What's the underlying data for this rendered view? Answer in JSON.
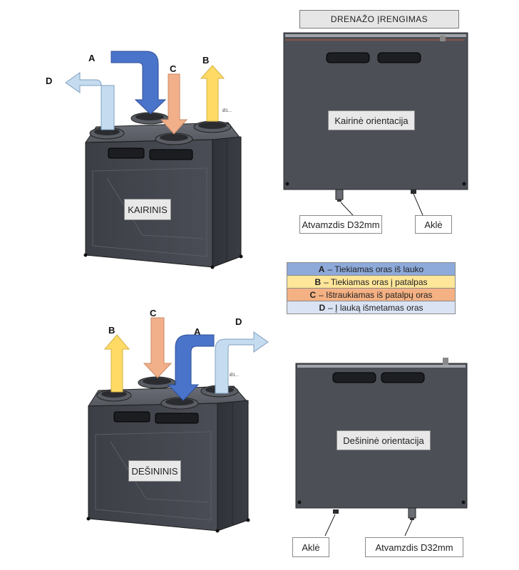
{
  "title": "DRENAŽO ĮRENGIMAS",
  "top_unit": {
    "label": "KAIRINIS",
    "arrows": {
      "a": "A",
      "b": "B",
      "c": "C",
      "d": "D"
    },
    "diameter_mark": "Ø1..."
  },
  "bottom_unit": {
    "label": "DEŠININIS",
    "arrows": {
      "a": "A",
      "b": "B",
      "c": "C",
      "d": "D"
    },
    "diameter_mark": "Ø1..."
  },
  "top_view_left": {
    "label": "Kairinė orientacija",
    "callouts": {
      "fitting": "Atvamzdis D32mm",
      "blind": "Aklė"
    }
  },
  "top_view_right": {
    "label": "Dešininė  orientacija",
    "callouts": {
      "blind": "Aklė",
      "fitting": "Atvamzdis D32mm"
    }
  },
  "legend": [
    {
      "key": "A",
      "text": "– Tiekiamas oras iš lauko",
      "color": "#8eaadb"
    },
    {
      "key": "B",
      "text": "– Tiekiamas oras į patalpas",
      "color": "#ffe699"
    },
    {
      "key": "C",
      "text": "– Ištraukiamas iš patalpų oras",
      "color": "#f4b183"
    },
    {
      "key": "D",
      "text": "– Į lauką išmetamas oras",
      "color": "#dae3f3"
    }
  ],
  "arrow_colors": {
    "A": "#4472c4",
    "B": "#ffd966",
    "C": "#f4b183",
    "D": "#bdd7ee"
  }
}
